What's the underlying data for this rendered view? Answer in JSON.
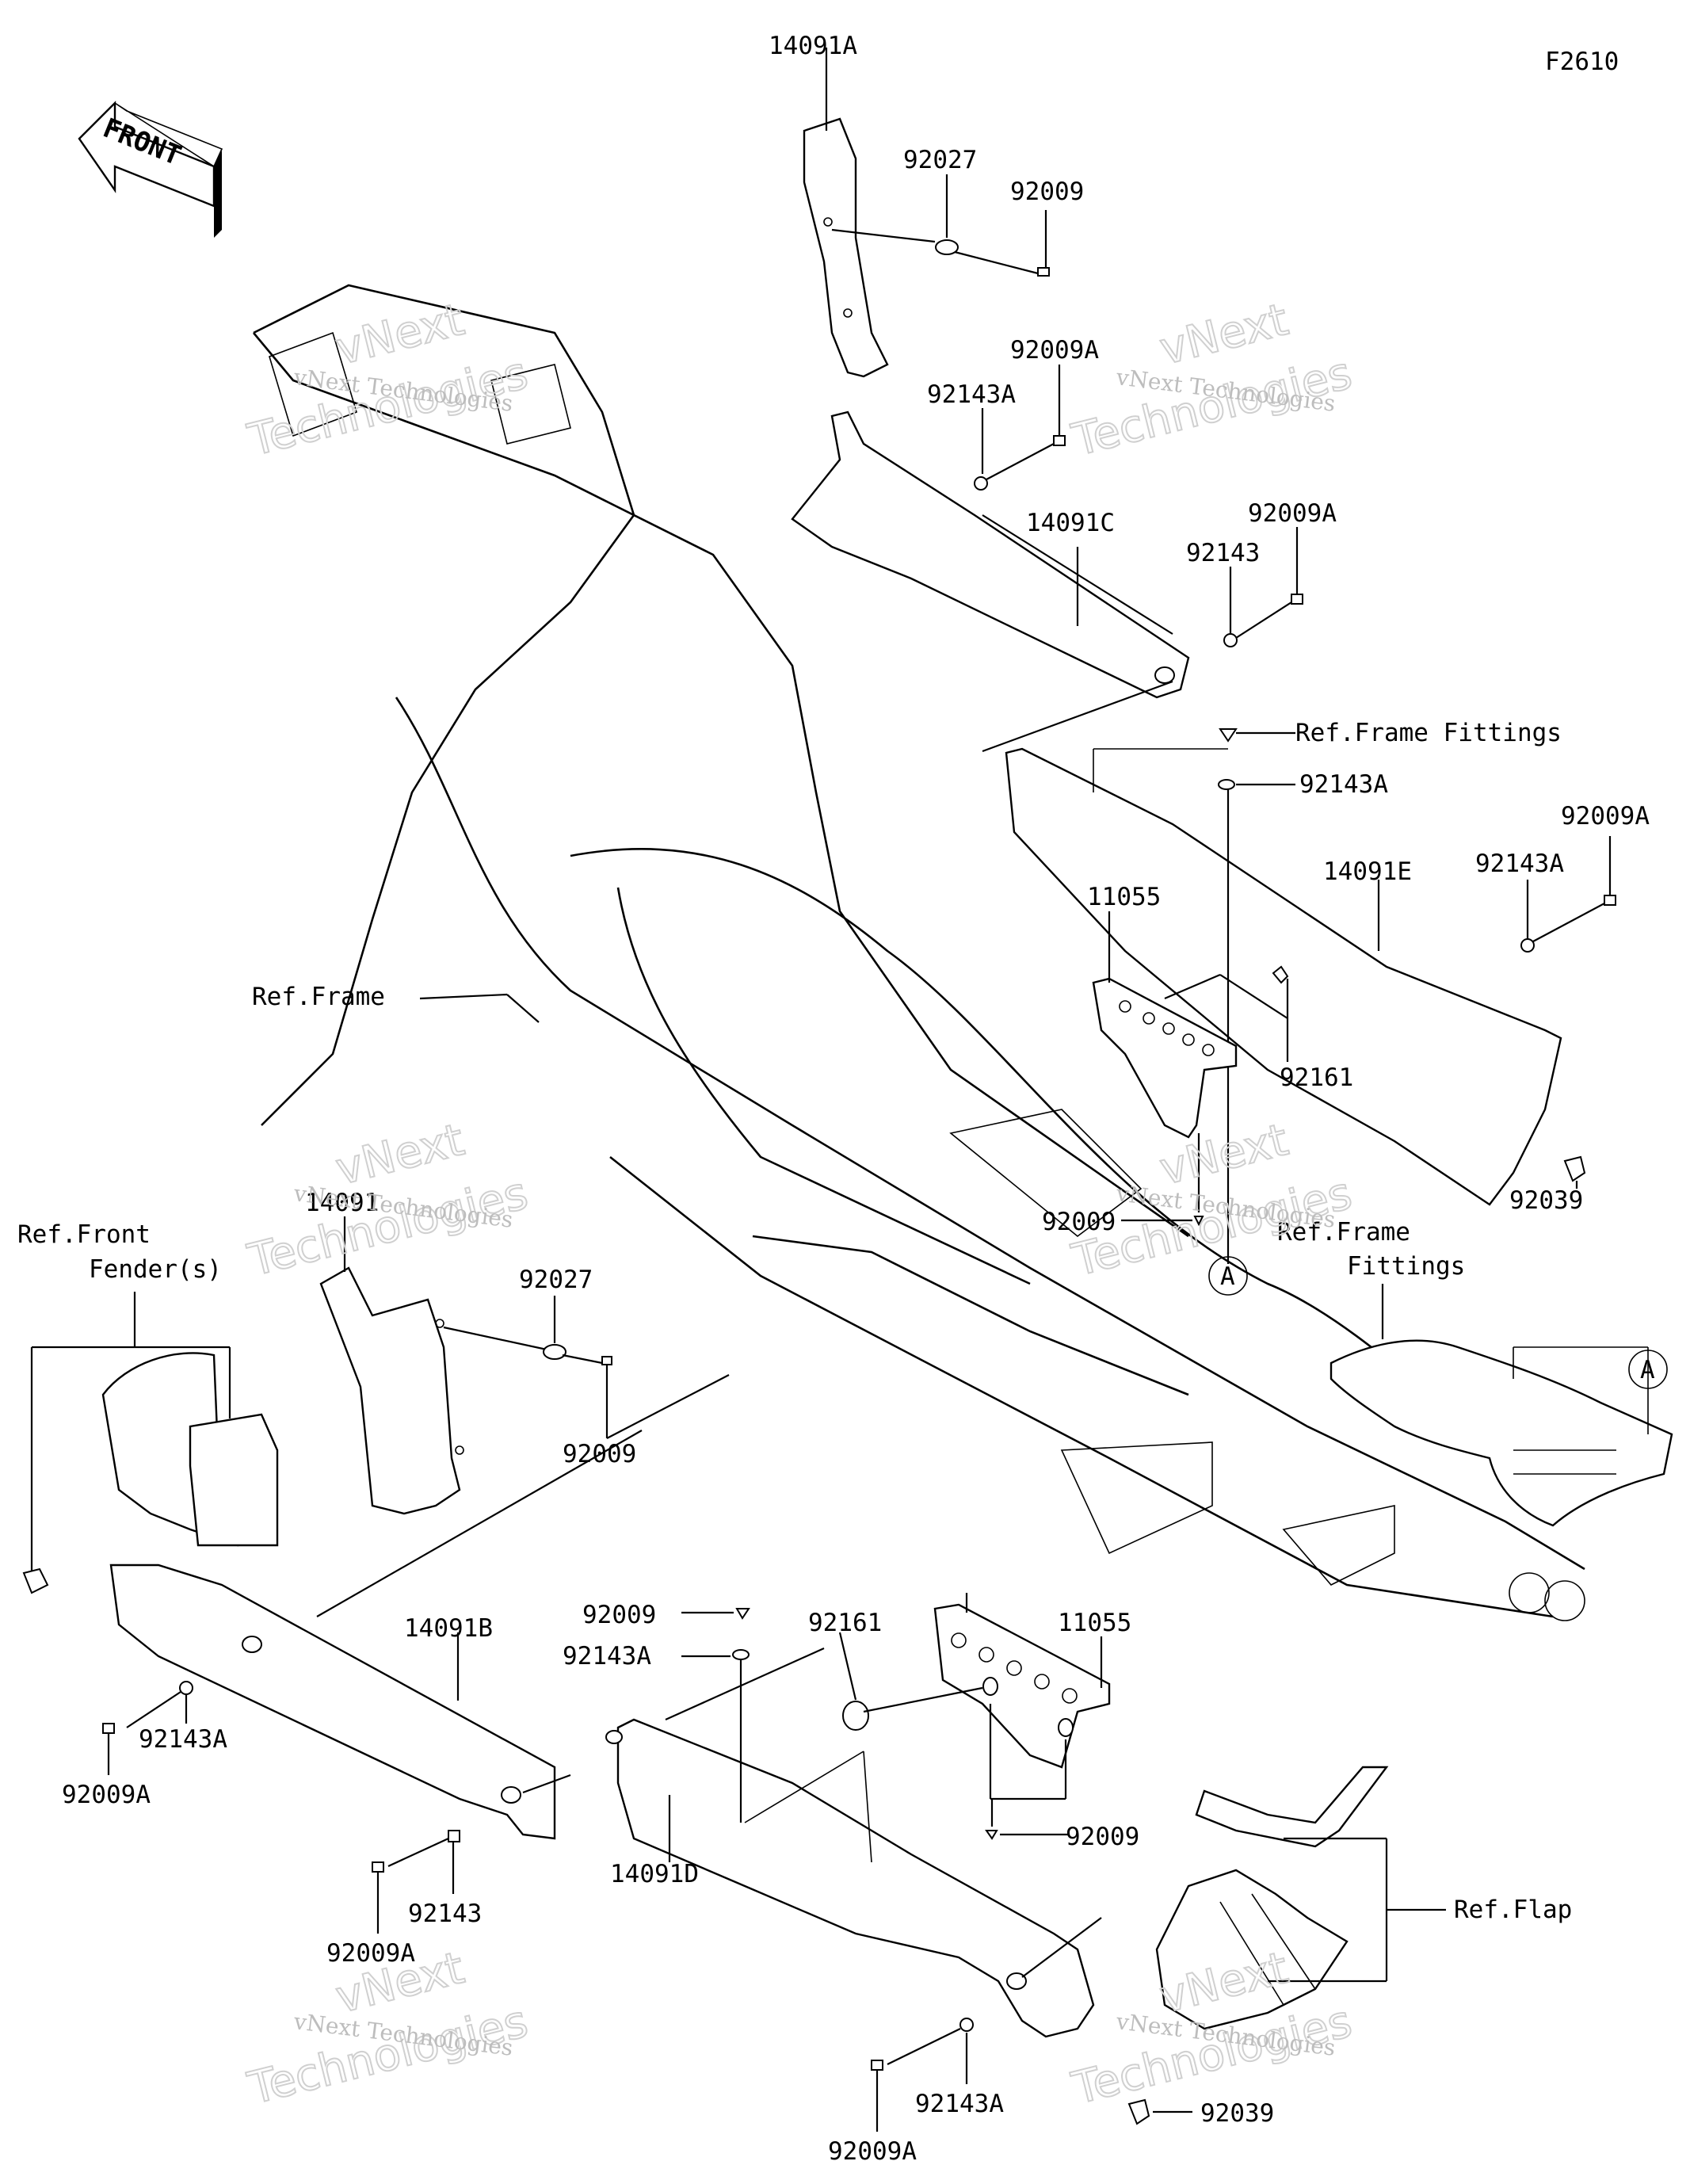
{
  "figure_code": "F2610",
  "front_arrow_label": "FRONT",
  "part_labels": [
    {
      "id": "lbl-14091a",
      "text": "14091A"
    },
    {
      "id": "lbl-92027-top",
      "text": "92027"
    },
    {
      "id": "lbl-92009-top",
      "text": "92009"
    },
    {
      "id": "lbl-92009a-1",
      "text": "92009A"
    },
    {
      "id": "lbl-92143a-1",
      "text": "92143A"
    },
    {
      "id": "lbl-14091c",
      "text": "14091C"
    },
    {
      "id": "lbl-92009a-2",
      "text": "92009A"
    },
    {
      "id": "lbl-92143-top",
      "text": "92143"
    },
    {
      "id": "lbl-92143a-2",
      "text": "92143A"
    },
    {
      "id": "lbl-92009a-3",
      "text": "92009A"
    },
    {
      "id": "lbl-92143a-3",
      "text": "92143A"
    },
    {
      "id": "lbl-14091e",
      "text": "14091E"
    },
    {
      "id": "lbl-11055-top",
      "text": "11055"
    },
    {
      "id": "lbl-92161-top",
      "text": "92161"
    },
    {
      "id": "lbl-92039-top",
      "text": "92039"
    },
    {
      "id": "lbl-92009-mid",
      "text": "92009"
    },
    {
      "id": "lbl-14091",
      "text": "14091"
    },
    {
      "id": "lbl-92027-mid",
      "text": "92027"
    },
    {
      "id": "lbl-92009-left",
      "text": "92009"
    },
    {
      "id": "lbl-14091b",
      "text": "14091B"
    },
    {
      "id": "lbl-92143a-4",
      "text": "92143A"
    },
    {
      "id": "lbl-92009a-4",
      "text": "92009A"
    },
    {
      "id": "lbl-92143-bot",
      "text": "92143"
    },
    {
      "id": "lbl-92009a-5",
      "text": "92009A"
    },
    {
      "id": "lbl-92009-bot1",
      "text": "92009"
    },
    {
      "id": "lbl-92143a-5",
      "text": "92143A"
    },
    {
      "id": "lbl-92161-bot",
      "text": "92161"
    },
    {
      "id": "lbl-11055-bot",
      "text": "11055"
    },
    {
      "id": "lbl-92009-bot2",
      "text": "92009"
    },
    {
      "id": "lbl-14091d",
      "text": "14091D"
    },
    {
      "id": "lbl-92143a-6",
      "text": "92143A"
    },
    {
      "id": "lbl-92009a-6",
      "text": "92009A"
    },
    {
      "id": "lbl-92039-bot",
      "text": "92039"
    }
  ],
  "ref_labels": {
    "frame_fittings_top": "Ref.Frame Fittings",
    "frame": "Ref.Frame",
    "front_fender_line1": "Ref.Front",
    "front_fender_line2": "Fender(s)",
    "frame_fittings_right_line1": "Ref.Frame",
    "frame_fittings_right_line2": "Fittings",
    "flap": "Ref.Flap"
  },
  "callout_marker": "A",
  "watermark": {
    "small_text": "vNext Technologies",
    "big_line1": "vNext",
    "big_line2": "Technologies"
  }
}
